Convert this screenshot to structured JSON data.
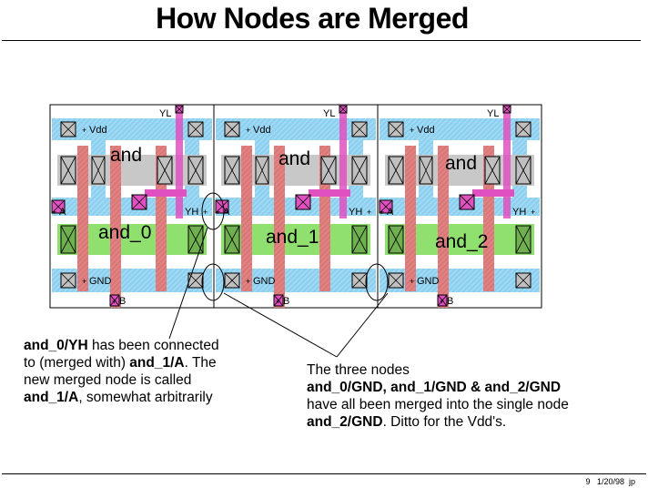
{
  "title": "How Nodes are Merged",
  "cells": [
    {
      "name": "and_0",
      "label_and": "and",
      "vdd": "Vdd",
      "gnd": "GND",
      "a": "A",
      "b": "B",
      "yl": "YL",
      "yh": "YH"
    },
    {
      "name": "and_1",
      "label_and": "and",
      "vdd": "Vdd",
      "gnd": "GND",
      "a": "A",
      "b": "B",
      "yl": "YL",
      "yh": "YH"
    },
    {
      "name": "and_2",
      "label_and": "and",
      "vdd": "Vdd",
      "gnd": "GND",
      "a": "A",
      "b": "B",
      "yl": "YL",
      "yh": "YH"
    }
  ],
  "note_left": {
    "line1_bold": "and_0/YH",
    "line1_rest": " has been connected",
    "line2_pre": "to (merged with) ",
    "line2_bold": "and_1/A",
    "line2_post": ".  The",
    "line3": "new merged node is called",
    "line4_bold": "and_1/A",
    "line4_rest": ", somewhat arbitrarily"
  },
  "note_right": {
    "line1": "The three nodes",
    "line2_bold": "and_0/GND, and_1/GND & and_2/GND",
    "line3": "have all been merged into the single node",
    "line4_bold": "and_2/GND",
    "line4_rest": ".  Ditto for the Vdd's."
  },
  "footer": "9   1/20/98  jp",
  "colors": {
    "metal": "#8ed0f0",
    "poly": "#e08080",
    "pdiff": "#c8c8c8",
    "ndiff": "#90e070",
    "via": "#e050c0",
    "contact": "#404040"
  }
}
